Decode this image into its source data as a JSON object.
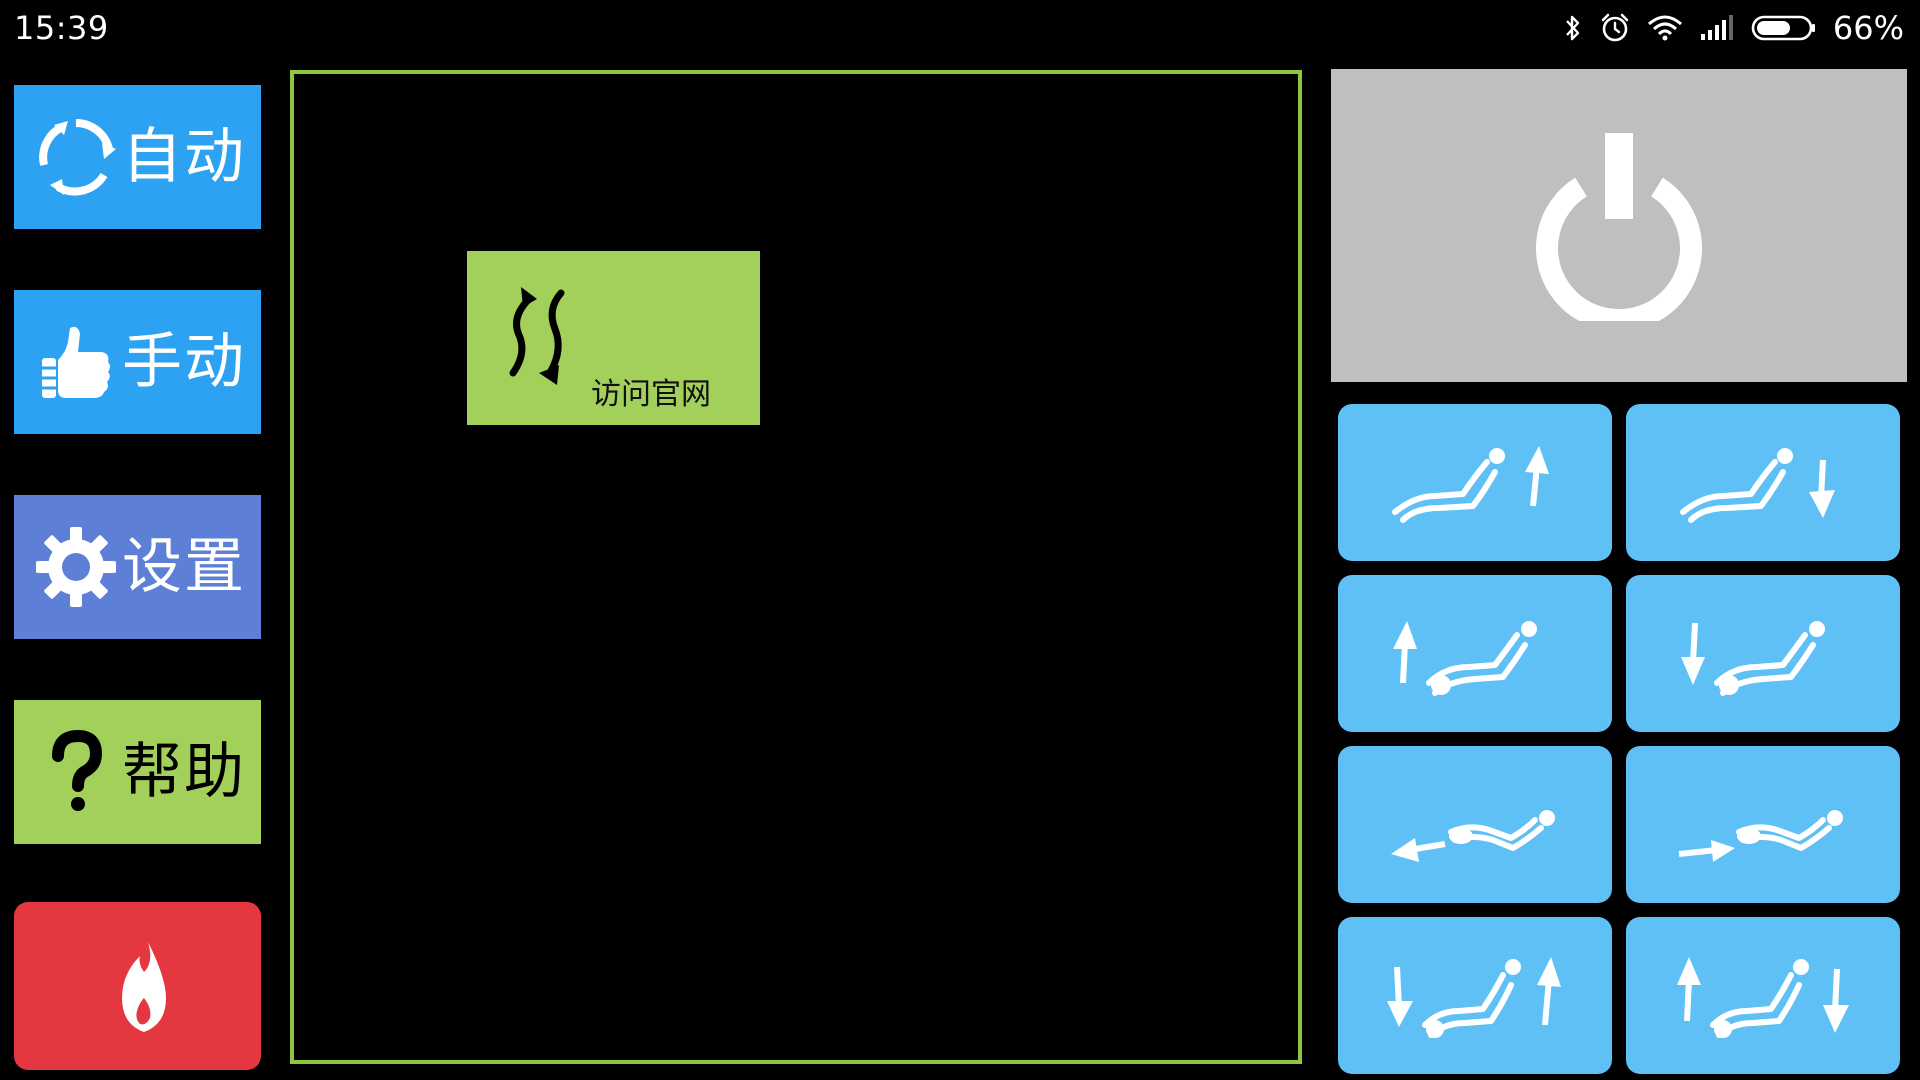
{
  "status_bar": {
    "time": "15:39",
    "icons": [
      "bluetooth-icon",
      "alarm-icon",
      "wifi-icon",
      "signal-icon",
      "battery-icon"
    ],
    "battery_percent": "66%",
    "battery_level": 0.66
  },
  "nav": {
    "auto": {
      "label": "自动",
      "icon": "refresh-cycle-icon",
      "color": "#2da2f2"
    },
    "manual": {
      "label": "手动",
      "icon": "thumbs-up-icon",
      "color": "#2da2f2"
    },
    "settings": {
      "label": "设置",
      "icon": "gear-icon",
      "color": "#5d80d6"
    },
    "help": {
      "label": "帮助",
      "icon": "question-mark-icon",
      "color": "#a2d05a"
    },
    "heat": {
      "icon": "flame-icon",
      "color": "#e5373f"
    }
  },
  "main": {
    "visit_site": {
      "label": "访问官网",
      "icon": "wave-arrows-icon",
      "color": "#a2d05a"
    },
    "border_color": "#8ec63f"
  },
  "power": {
    "icon": "power-icon",
    "color": "#bfbfbf"
  },
  "controls": {
    "color": "#5ec0f5",
    "buttons": [
      {
        "icon": "backrest-up-icon"
      },
      {
        "icon": "backrest-down-icon"
      },
      {
        "icon": "legrest-up-icon"
      },
      {
        "icon": "legrest-down-icon"
      },
      {
        "icon": "slide-forward-icon"
      },
      {
        "icon": "slide-backward-icon"
      },
      {
        "icon": "recline-zero-gravity-icon"
      },
      {
        "icon": "recline-upright-icon"
      }
    ]
  }
}
